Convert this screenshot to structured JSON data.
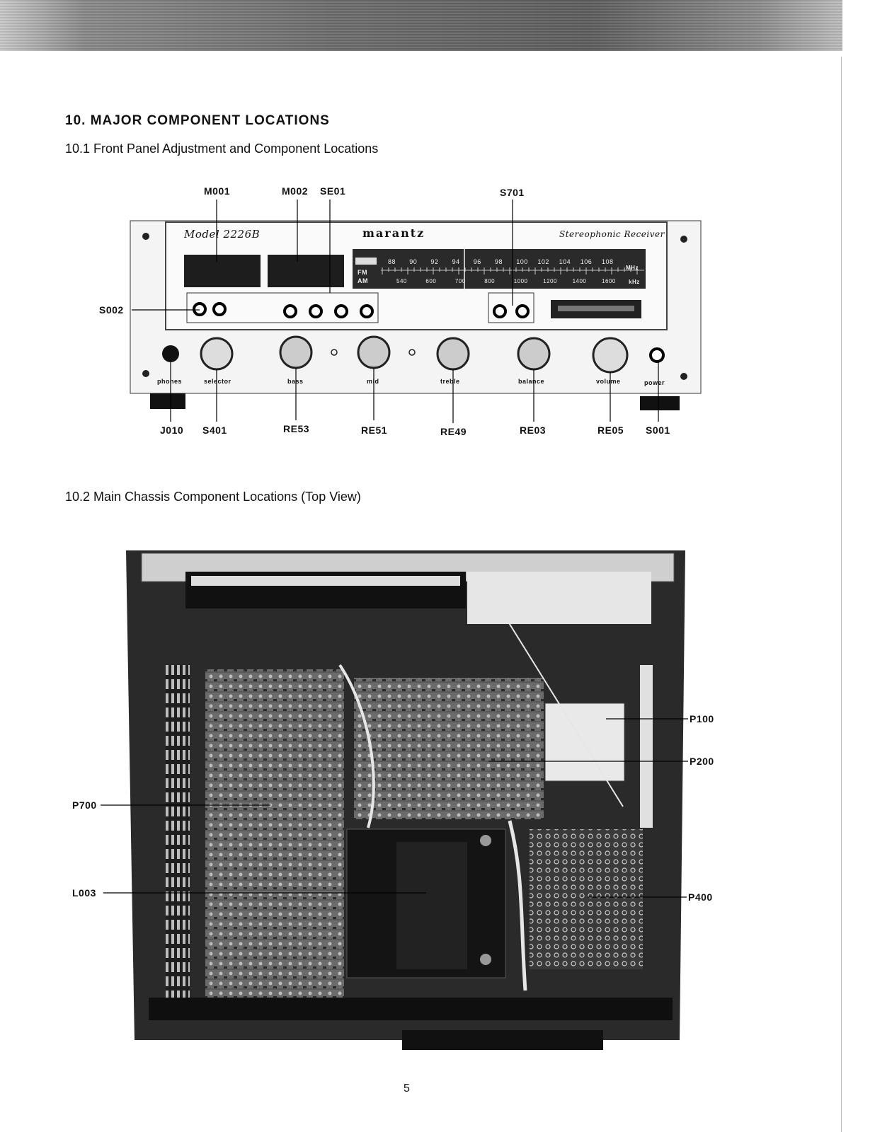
{
  "section_title": "10. MAJOR COMPONENT LOCATIONS",
  "subsection_1": "10.1  Front Panel Adjustment and Component Locations",
  "subsection_2": "10.2  Main Chassis Component Locations (Top View)",
  "page_number": "5",
  "front_panel": {
    "brand": "marantz",
    "model": "Model 2226B",
    "subtitle": "Stereophonic Receiver",
    "fm_scale": [
      "88",
      "90",
      "92",
      "94",
      "96",
      "98",
      "100",
      "102",
      "104",
      "106",
      "108"
    ],
    "am_scale": [
      "540",
      "600",
      "700",
      "800",
      "1000",
      "1200",
      "1400",
      "1600"
    ],
    "band_fm": "FM",
    "band_am": "AM",
    "unit_fm": "MHz",
    "unit_am": "kHz",
    "knob_labels": [
      "phones",
      "selector",
      "bass",
      "mid",
      "treble",
      "balance",
      "volume",
      "power"
    ],
    "callouts_top": [
      "M001",
      "M002",
      "SE01",
      "S701"
    ],
    "callouts_left": [
      "S002"
    ],
    "callouts_bottom": [
      "J010",
      "S401",
      "RE53",
      "RE51",
      "RE49",
      "RE03",
      "RE05",
      "S001"
    ]
  },
  "chassis": {
    "callouts_right": [
      "P100",
      "P200",
      "P400"
    ],
    "callouts_left": [
      "P700",
      "L003"
    ]
  }
}
